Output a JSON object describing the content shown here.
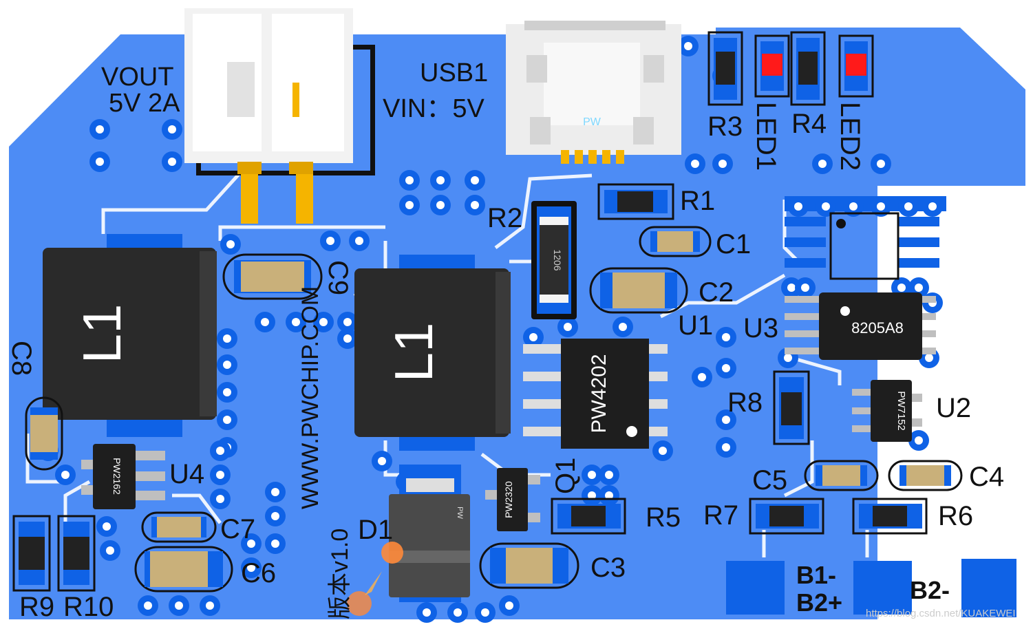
{
  "board": {
    "silk": {
      "vout": "VOUT",
      "vout_rating": "5V 2A",
      "usb": "USB1",
      "vin": "VIN：5V",
      "website": "WWW.PWCHIP.COM",
      "version": "版本v1.0",
      "watermark": "https://blog.csdn.net/KUAKEWEI"
    },
    "refs": {
      "R1": "R1",
      "R2": "R2",
      "R3": "R3",
      "R4": "R4",
      "R5": "R5",
      "R6": "R6",
      "R7": "R7",
      "R8": "R8",
      "R9": "R9",
      "R10": "R10",
      "C1": "C1",
      "C2": "C2",
      "C3": "C3",
      "C4": "C4",
      "C5": "C5",
      "C6": "C6",
      "C7": "C7",
      "C8": "C8",
      "C9": "C9",
      "L1a": "L1",
      "L1b": "L1",
      "U1": "U1",
      "U2": "U2",
      "U3": "U3",
      "U4": "U4",
      "D1": "D1",
      "Q1": "Q1",
      "LED1": "LED1",
      "LED2": "LED2"
    },
    "chips": {
      "u1": "PW4202",
      "u3": "8205A8",
      "u2": "PW7152",
      "u4": "PW2162",
      "q1": "PW2320",
      "d1": "PW",
      "usb": "PW",
      "r2": "1206"
    },
    "pads": {
      "b1": "B1-",
      "b2p": "B2+",
      "b2m": "B2-"
    },
    "colors": {
      "board": "#4d8cf5",
      "copper": "#0f62e6",
      "silkscreen": "#ffffff",
      "led": "#ff1a1a"
    }
  }
}
